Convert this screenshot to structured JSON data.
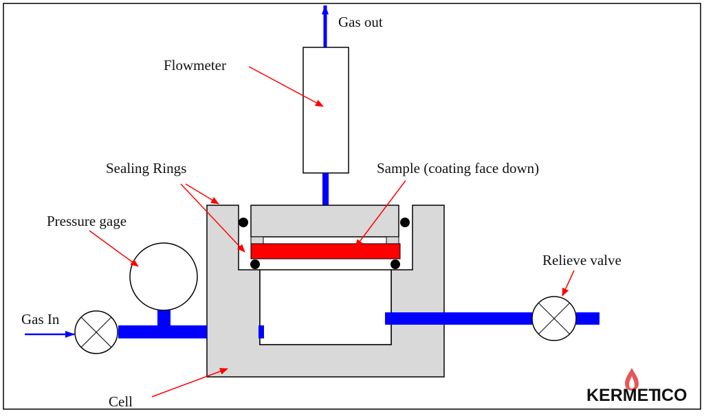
{
  "labels": {
    "gas_out": "Gas out",
    "flowmeter": "Flowmeter",
    "sealing_rings": "Sealing Rings",
    "sample": "Sample (coating face down)",
    "pressure_gage": "Pressure gage",
    "relieve_valve": "Relieve valve",
    "gas_in": "Gas In",
    "cell": "Cell"
  },
  "logo": {
    "part1": "KERMET",
    "part2": "ICO"
  },
  "colors": {
    "pipe": "#0000ff",
    "sample": "#ff0000",
    "arrow": "#ff0000",
    "cell": "#d9d9d9",
    "outline": "#000000",
    "logo_dark": "#3a3a3a",
    "logo_accent": "#e23a3a"
  }
}
